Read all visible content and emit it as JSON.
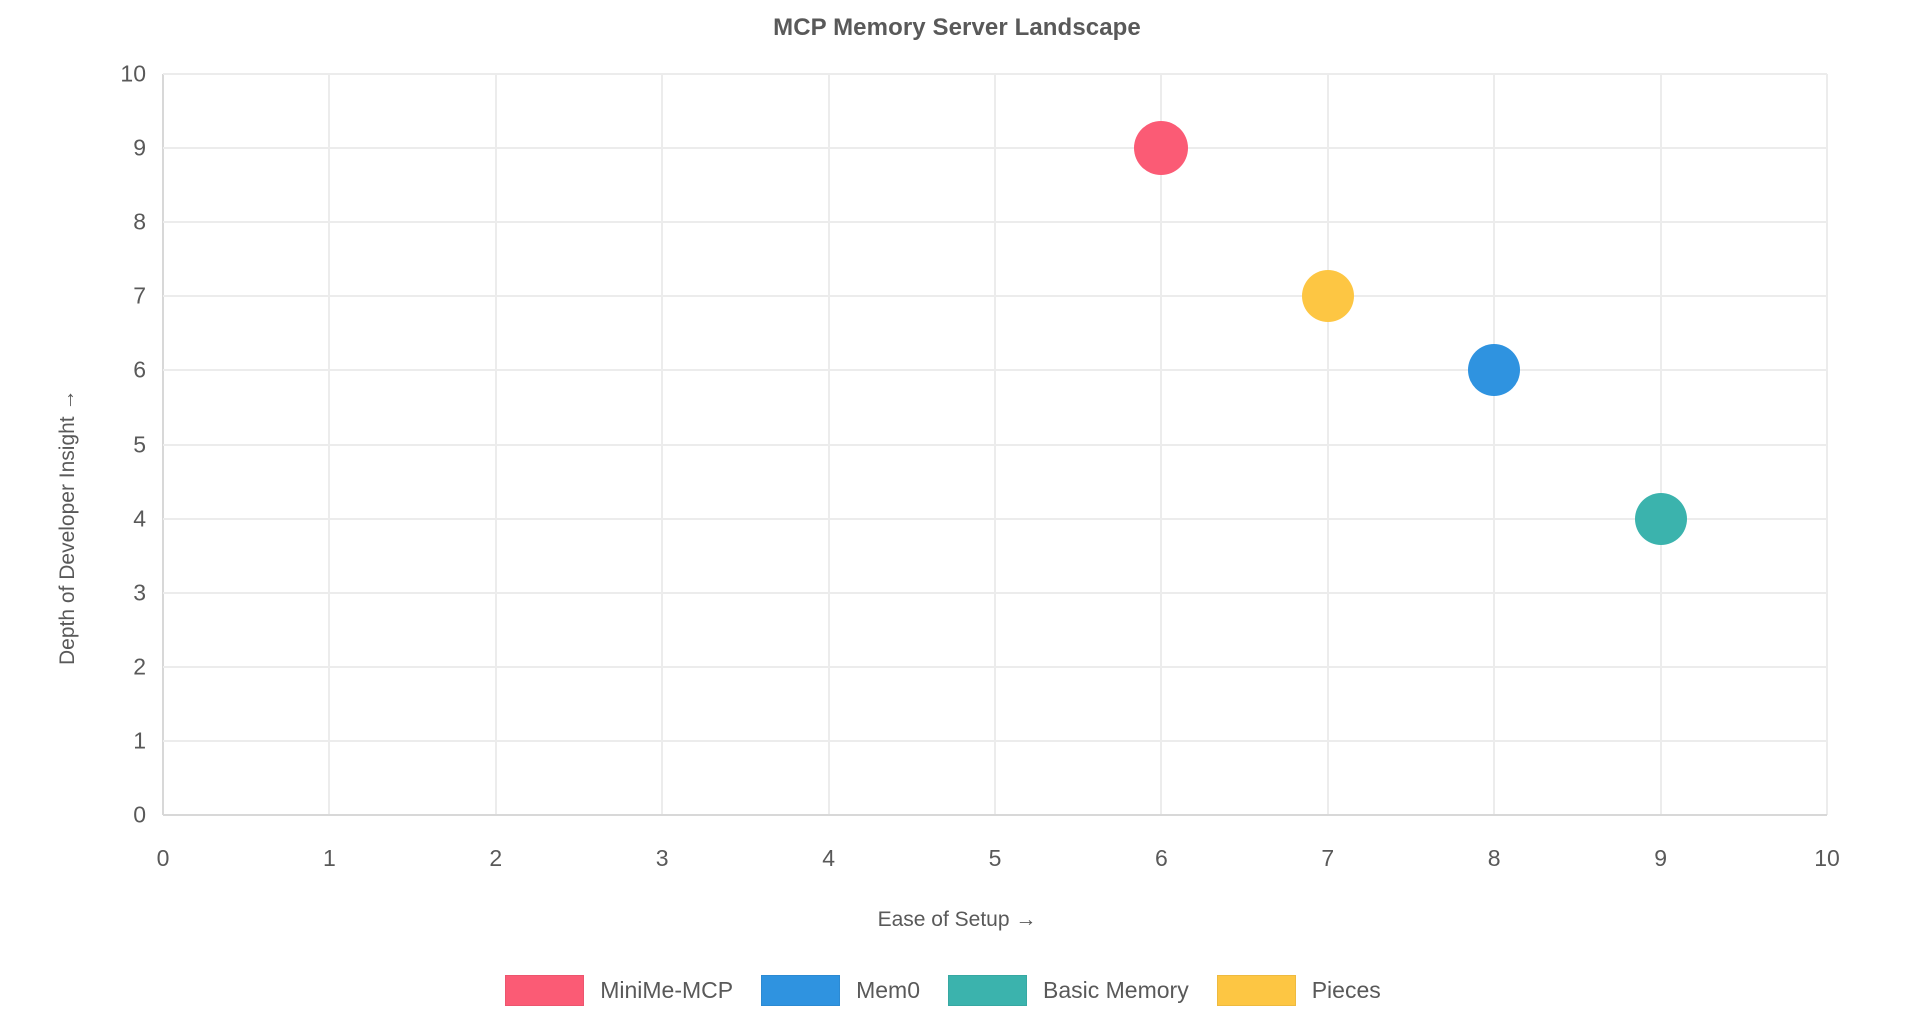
{
  "chart_data": {
    "type": "scatter",
    "title": "MCP Memory Server Landscape",
    "xlabel": "Ease of Setup →",
    "ylabel": "Depth of Developer Insight →",
    "xlim": [
      0,
      10
    ],
    "ylim": [
      0,
      10
    ],
    "xticks": [
      "0",
      "1",
      "2",
      "3",
      "4",
      "5",
      "6",
      "7",
      "8",
      "9",
      "10"
    ],
    "yticks": [
      "0",
      "1",
      "2",
      "3",
      "4",
      "5",
      "6",
      "7",
      "8",
      "9",
      "10"
    ],
    "grid": true,
    "legend_position": "bottom",
    "series": [
      {
        "name": "MiniMe-MCP",
        "x": 6,
        "y": 9,
        "r": 27,
        "color": "#FB5B75"
      },
      {
        "name": "Mem0",
        "x": 8,
        "y": 6,
        "r": 26,
        "color": "#2F93E0"
      },
      {
        "name": "Basic Memory",
        "x": 9,
        "y": 4,
        "r": 26,
        "color": "#3BB3AD"
      },
      {
        "name": "Pieces",
        "x": 7,
        "y": 7,
        "r": 26,
        "color": "#FDC643"
      }
    ],
    "colors": {
      "grid": "#ececec",
      "axis": "#d8d8d8",
      "text": "#595959",
      "background": "#ffffff"
    }
  }
}
